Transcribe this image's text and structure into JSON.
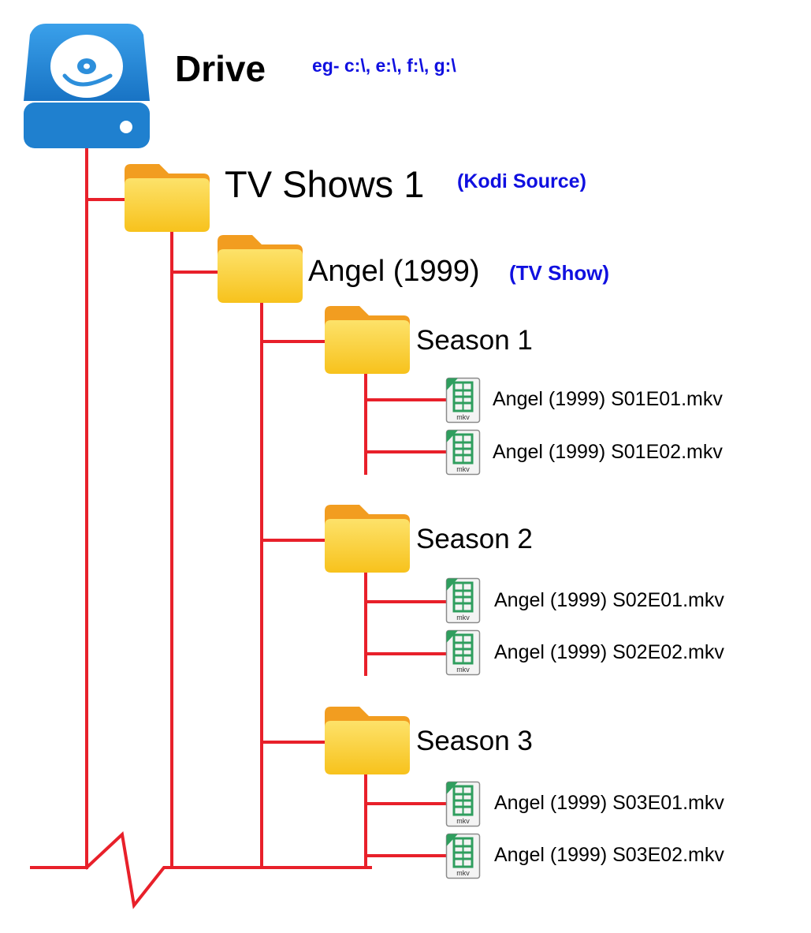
{
  "colors": {
    "connector": "#e8202a",
    "hint_text": "#1010e0",
    "folder_body": "#fbd12c",
    "folder_tab": "#f29d20",
    "drive_blue": "#1f80cf",
    "file_icon_green": "#2f9e5e"
  },
  "drive": {
    "icon": "hard-drive-icon",
    "label": "Drive",
    "hint": "eg- c:\\, e:\\, f:\\, g:\\"
  },
  "source": {
    "icon": "folder-icon",
    "label": "TV Shows 1",
    "note": "(Kodi Source)"
  },
  "show": {
    "icon": "folder-icon",
    "label": "Angel (1999)",
    "note": "(TV Show)"
  },
  "seasons": [
    {
      "label": "Season 1",
      "files": [
        "Angel (1999) S01E01.mkv",
        "Angel (1999) S01E02.mkv"
      ]
    },
    {
      "label": "Season 2",
      "files": [
        "Angel (1999) S02E01.mkv",
        "Angel (1999) S02E02.mkv"
      ]
    },
    {
      "label": "Season 3",
      "files": [
        "Angel (1999) S03E01.mkv",
        "Angel (1999) S03E02.mkv"
      ]
    }
  ],
  "file_icon": {
    "icon": "mkv-file-icon",
    "caption": "mkv"
  }
}
